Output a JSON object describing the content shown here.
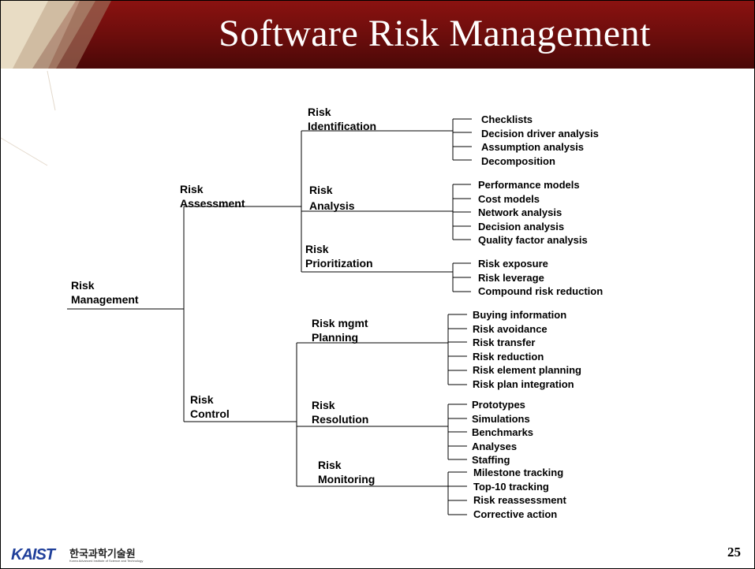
{
  "title": "Software Risk Management",
  "page_number": "25",
  "footer": {
    "logo": "KAIST",
    "korean": "한국과학기술원",
    "subtitle": "Korea Advanced Institute of Science and Technology"
  },
  "root": {
    "line1": "Risk",
    "line2": "Management"
  },
  "assessment": {
    "line1": "Risk",
    "line2": "Assessment"
  },
  "control": {
    "line1": "Risk",
    "line2": "Control"
  },
  "identification": {
    "line1": "Risk",
    "line2": "Identification",
    "items": [
      "Checklists",
      "Decision driver analysis",
      "Assumption analysis",
      "Decomposition"
    ]
  },
  "analysis": {
    "line1": "Risk",
    "line2": "Analysis",
    "items": [
      "Performance models",
      "Cost models",
      "Network analysis",
      "Decision analysis",
      "Quality factor analysis"
    ]
  },
  "prioritization": {
    "line1": "Risk",
    "line2": "Prioritization",
    "items": [
      "Risk exposure",
      "Risk leverage",
      "Compound risk reduction"
    ]
  },
  "planning": {
    "line1": "Risk mgmt",
    "line2": "Planning",
    "items": [
      "Buying information",
      "Risk avoidance",
      "Risk transfer",
      "Risk reduction",
      "Risk element planning",
      "Risk plan integration"
    ]
  },
  "resolution": {
    "line1": "Risk",
    "line2": "Resolution",
    "items": [
      "Prototypes",
      "Simulations",
      "Benchmarks",
      "Analyses",
      "Staffing"
    ]
  },
  "monitoring": {
    "line1": "Risk",
    "line2": "Monitoring",
    "items": [
      "Milestone tracking",
      "Top-10 tracking",
      "Risk reassessment",
      "Corrective action"
    ]
  }
}
